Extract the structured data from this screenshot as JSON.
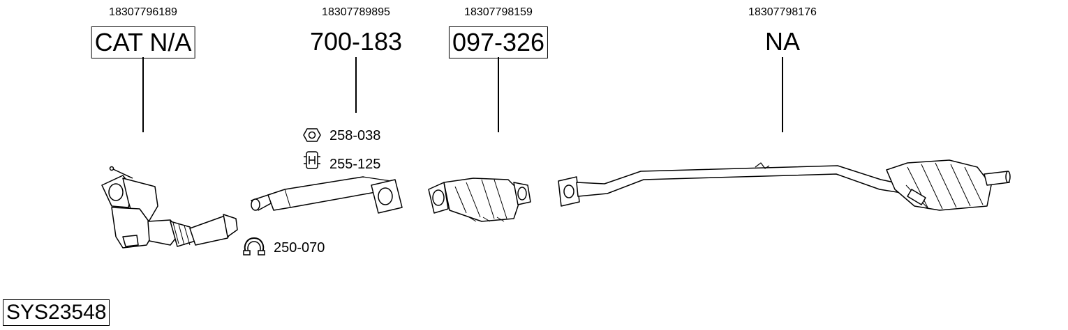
{
  "components": [
    {
      "oem": "18307796189",
      "part_number": "CAT N/A",
      "boxed": true
    },
    {
      "oem": "18307789895",
      "part_number": "700-183",
      "boxed": false
    },
    {
      "oem": "18307798159",
      "part_number": "097-326",
      "boxed": true
    },
    {
      "oem": "18307798176",
      "part_number": "NA",
      "boxed": false
    }
  ],
  "accessories": [
    {
      "code": "258-038",
      "icon": "nut-icon"
    },
    {
      "code": "255-125",
      "icon": "rubber-hanger-icon"
    },
    {
      "code": "250-070",
      "icon": "clamp-icon"
    }
  ],
  "system_id": "SYS23548"
}
